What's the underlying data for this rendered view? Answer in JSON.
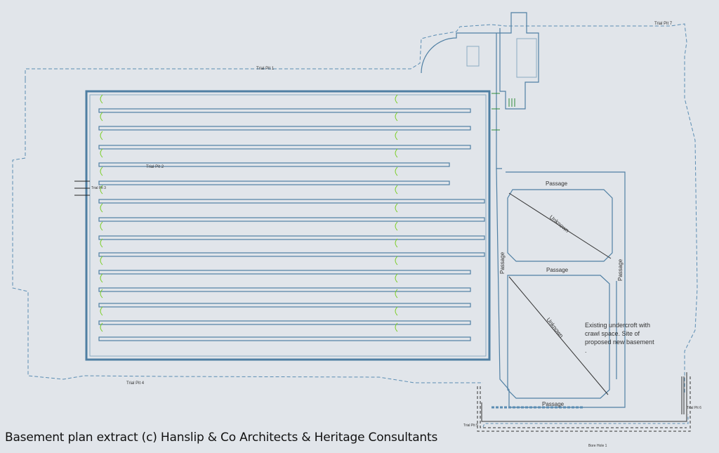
{
  "drawing": {
    "trial_pits": [
      "Trial Pit 1",
      "Trial Pit 2",
      "Trial Pit 3",
      "Trial Pit 4",
      "Trial Pit 5",
      "Trial Pit 6",
      "Trial Pit 7"
    ],
    "passages": [
      "Passage",
      "Passage",
      "Passage",
      "Passage",
      "Passage"
    ],
    "unknown": [
      "Unknown",
      "Unknown"
    ],
    "bore_hole": "Bore Hole 1",
    "note": "Existing undercroft with crawl space. Site of proposed new basement ."
  },
  "caption": "Basement plan extract (c) Hanslip & Co Architects & Heritage Consultants",
  "colors": {
    "wall": "#4f7fa3",
    "dash": "#5b8db3",
    "dark": "#333333",
    "green": "#2e8b3a"
  }
}
